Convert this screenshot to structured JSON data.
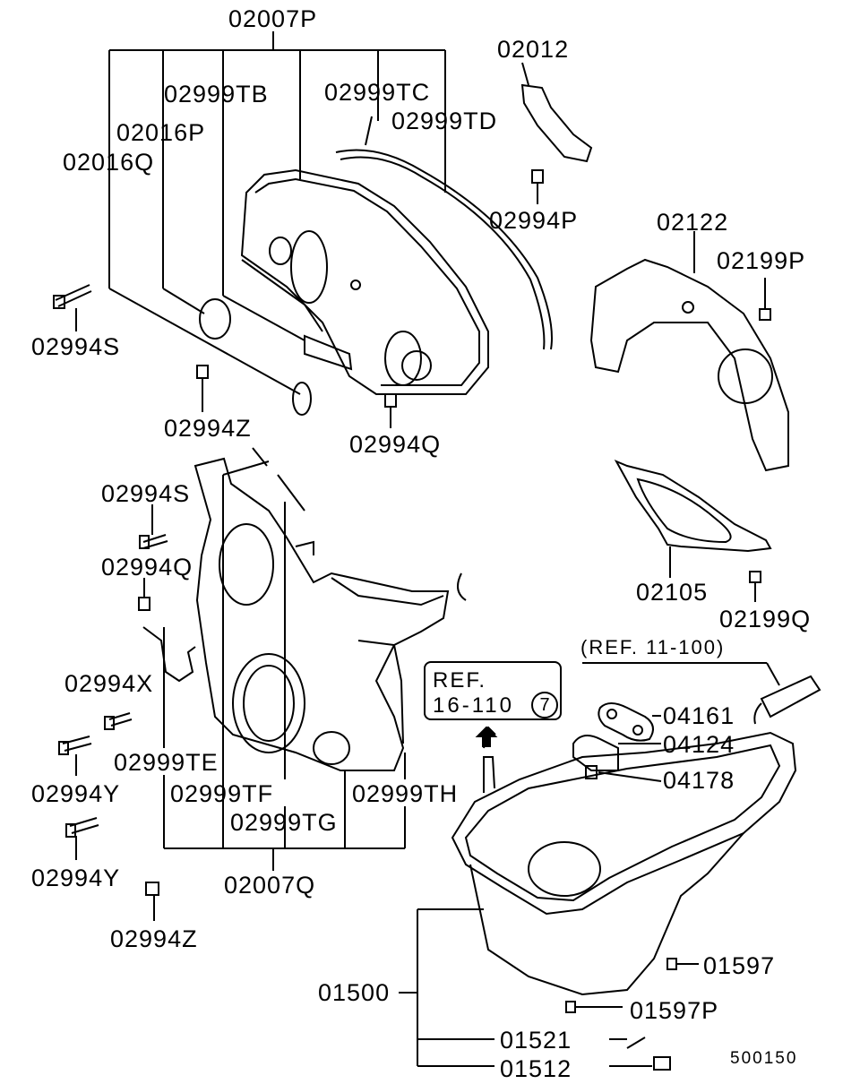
{
  "diagram_code": "500150",
  "labels": {
    "p02007P": "02007P",
    "p02012": "02012",
    "p02999TB": "02999TB",
    "p02999TC": "02999TC",
    "p02999TD": "02999TD",
    "p02016P": "02016P",
    "p02016Q": "02016Q",
    "p02994P": "02994P",
    "p02122": "02122",
    "p02199P": "02199P",
    "p02994S_a": "02994S",
    "p02994Z_a": "02994Z",
    "p02994Q_a": "02994Q",
    "p02994S_b": "02994S",
    "p02994Q_b": "02994Q",
    "p02105": "02105",
    "p02199Q": "02199Q",
    "p04161": "04161",
    "p04124": "04124",
    "p04178": "04178",
    "p02994X": "02994X",
    "p02999TE": "02999TE",
    "p02994Y_a": "02994Y",
    "p02999TF": "02999TF",
    "p02999TH": "02999TH",
    "p02999TG": "02999TG",
    "p02994Y_b": "02994Y",
    "p02007Q": "02007Q",
    "p02994Z_b": "02994Z",
    "p01597": "01597",
    "p01500": "01500",
    "p01597P": "01597P",
    "p01521": "01521",
    "p01512": "01512"
  },
  "references": {
    "sealant_ref": "(REF. 11-100)",
    "box_line1": "REF.",
    "box_line2": "16-110",
    "box_circle": "7"
  }
}
